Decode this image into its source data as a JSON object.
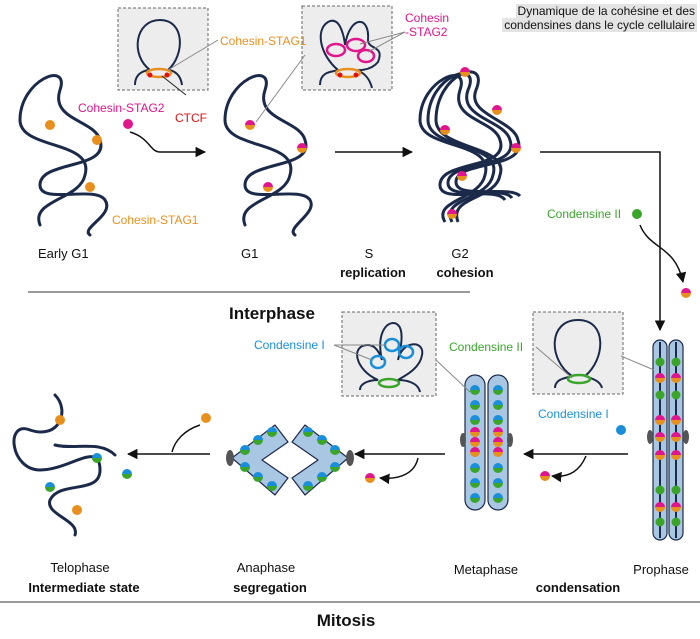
{
  "title": {
    "line1": "Dynamique de la cohésine et des",
    "line2": "condensines dans le cycle cellulaire"
  },
  "labels": {
    "cohesin_stag1_top": "Cohesin-STAG1",
    "ctcf": "CTCF",
    "cohesin_stag2_top_1": "Cohesin",
    "cohesin_stag2_top_2": "-STAG2",
    "cohesin_stag2_left": "Cohesin-STAG2",
    "cohesin_stag1_bottom": "Cohesin-STAG1",
    "condensine_ii_right": "Condensine II",
    "condensine_i_inset": "Condensine I",
    "condensine_ii_inset": "Condensine II",
    "condensine_i_right": "Condensine I"
  },
  "stages": {
    "early_g1": "Early G1",
    "g1": "G1",
    "s": "S",
    "s_sub": "replication",
    "g2": "G2",
    "g2_sub": "cohesion",
    "telophase": "Telophase",
    "telophase_sub": "Intermediate state",
    "anaphase": "Anaphase",
    "anaphase_sub": "segregation",
    "metaphase": "Metaphase",
    "condensation": "condensation",
    "prophase": "Prophase"
  },
  "sections": {
    "interphase": "Interphase",
    "mitosis": "Mitosis"
  },
  "colors": {
    "chromatin": "#1c2a4a",
    "stag1": "#e8901e",
    "stag2": "#e0168c",
    "ctcf": "#e01010",
    "condensin_ii": "#3aa52a",
    "condensin_i": "#1a8fd8",
    "chromosome_fill": "#a9c6e2"
  }
}
